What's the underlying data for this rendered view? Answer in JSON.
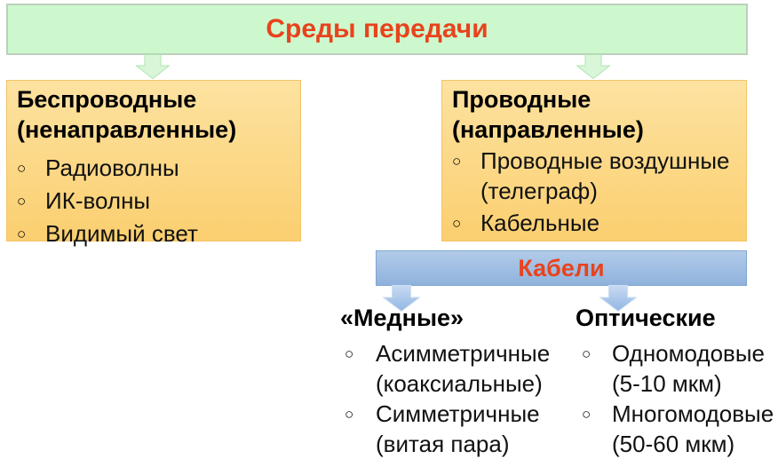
{
  "colors": {
    "title-red": "#e8431d",
    "text-black": "#111111",
    "green-fill": "#cdf8cd",
    "green-border": "#bccfbc",
    "green-arrow-fill": "#d9f6d9",
    "green-arrow-stroke": "#aee5ae",
    "orange-top": "#fde2a0",
    "orange-bottom": "#fbcf70",
    "orange-border": "#f2c469",
    "blue-top": "#b2cbe9",
    "blue-bottom": "#8fb2dc",
    "blue-border": "#7fa5d2",
    "blue-arrow-top": "#c8daf2",
    "blue-arrow-bottom": "#92b6e3",
    "blue-arrow-stroke": "#cddef2"
  },
  "ui": {
    "bullet": "○"
  },
  "root": {
    "title": "Среды передачи"
  },
  "wireless": {
    "title_line1": "Беспроводные",
    "title_line2": "(ненаправленные)",
    "items": [
      "Радиоволны",
      "ИК-волны",
      "Видимый свет"
    ]
  },
  "wired": {
    "title_line1": "Проводные",
    "title_line2": "(направленные)",
    "items": [
      "Проводные воздушные (телеграф)",
      "Кабельные"
    ]
  },
  "cables": {
    "title": "Кабели"
  },
  "copper": {
    "title": "«Медные»",
    "items": [
      "Асимметричные (коаксиальные)",
      "Симметричные (витая пара)"
    ]
  },
  "optical": {
    "title": "Оптические",
    "items": [
      "Одномодовые (5-10 мкм)",
      "Многомодовые (50-60 мкм)"
    ]
  }
}
